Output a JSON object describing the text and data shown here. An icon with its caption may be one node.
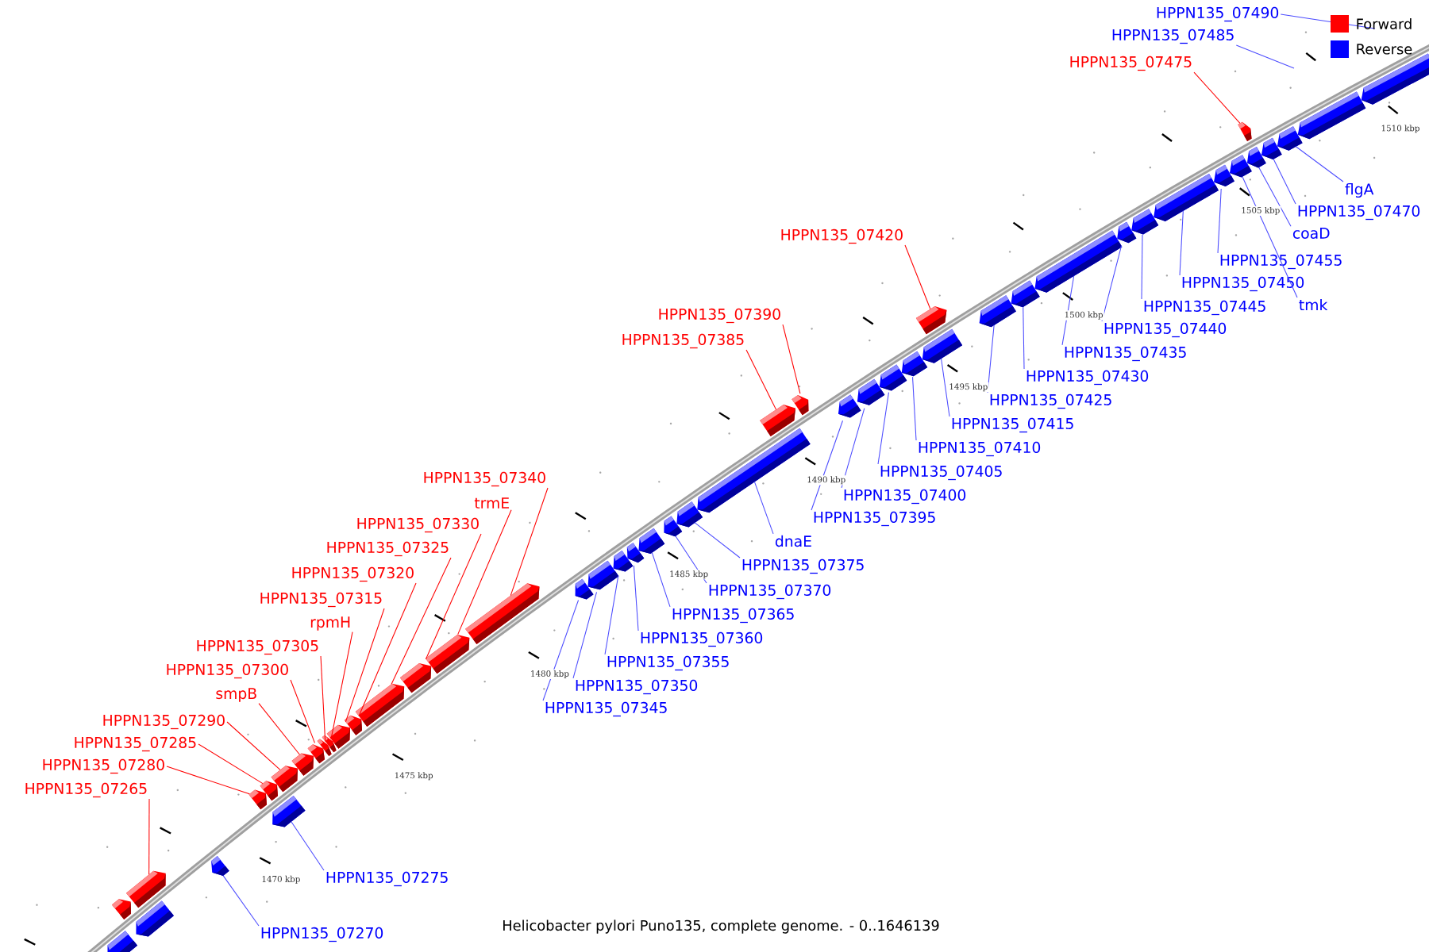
{
  "diagram": {
    "caption": "Helicobacter pylori Puno135, complete genome. - 0..1646139",
    "nodes": [
      {
        "text": [
          "HPPN135_07490"
        ]
      },
      {
        "text": [
          "HPPN135_07485"
        ]
      },
      {
        "text": [
          "HPPN135_07475"
        ]
      },
      {
        "text": [
          "flgA"
        ]
      },
      {
        "text": [
          "HPPN135_07470"
        ]
      },
      {
        "text": [
          "coaD"
        ]
      },
      {
        "text": [
          "HPPN135_07420"
        ]
      },
      {
        "text": [
          "HPPN135_07455"
        ]
      },
      {
        "text": [
          "HPPN135_07450"
        ]
      },
      {
        "text": [
          "tmk"
        ]
      },
      {
        "text": [
          "HPPN135_07445"
        ]
      },
      {
        "text": [
          "HPPN135_07390"
        ]
      },
      {
        "text": [
          "HPPN135_07440"
        ]
      },
      {
        "text": [
          "HPPN135_07385"
        ]
      },
      {
        "text": [
          "HPPN135_07435"
        ]
      },
      {
        "text": [
          "HPPN135_07430"
        ]
      },
      {
        "text": [
          "HPPN135_07425"
        ]
      },
      {
        "text": [
          "HPPN135_07415"
        ]
      },
      {
        "text": [
          "HPPN135_07410"
        ]
      },
      {
        "text": [
          "HPPN135_07405"
        ]
      },
      {
        "text": [
          "HPPN135_07340"
        ]
      },
      {
        "text": [
          "HPPN135_07400"
        ]
      },
      {
        "text": [
          "trmE"
        ]
      },
      {
        "text": [
          "HPPN135_07395"
        ]
      },
      {
        "text": [
          "HPPN135_07330"
        ]
      },
      {
        "text": [
          "dnaE"
        ]
      },
      {
        "text": [
          "HPPN135_07325"
        ]
      },
      {
        "text": [
          "HPPN135_07375"
        ]
      },
      {
        "text": [
          "HPPN135_07320"
        ]
      },
      {
        "text": [
          "HPPN135_07370"
        ]
      },
      {
        "text": [
          "HPPN135_07315"
        ]
      },
      {
        "text": [
          "HPPN135_07365"
        ]
      },
      {
        "text": [
          "rpmH"
        ]
      },
      {
        "text": [
          "HPPN135_07360"
        ]
      },
      {
        "text": [
          "HPPN135_07305"
        ]
      },
      {
        "text": [
          "HPPN135_07355"
        ]
      },
      {
        "text": [
          "HPPN135_07300"
        ]
      },
      {
        "text": [
          "HPPN135_07350"
        ]
      },
      {
        "text": [
          "smpB"
        ]
      },
      {
        "text": [
          "HPPN135_07345"
        ]
      },
      {
        "text": [
          "HPPN135_07290"
        ]
      },
      {
        "text": [
          "HPPN135_07285"
        ]
      },
      {
        "text": [
          "HPPN135_07280"
        ]
      },
      {
        "text": [
          "HPPN135_07265"
        ]
      },
      {
        "text": [
          "HPPN135_07275"
        ]
      },
      {
        "text": [
          "HPPN135_07270"
        ]
      },
      {
        "text": [],
        "shape": "bar"
      },
      {
        "text": [],
        "shape": "bar"
      },
      {
        "text": [],
        "shape": "bar"
      },
      {
        "text": [],
        "shape": "bar"
      },
      {
        "text": [],
        "shape": "bar"
      },
      {
        "text": [],
        "shape": "bar"
      },
      {
        "text": [],
        "shape": "bar"
      },
      {
        "text": [],
        "shape": "bar"
      },
      {
        "text": [],
        "shape": "bar"
      },
      {
        "text": [],
        "shape": "bar"
      },
      {
        "text": [],
        "shape": "bar"
      },
      {
        "text": [],
        "shape": "bar"
      },
      {
        "text": [],
        "shape": "bar"
      },
      {
        "text": [],
        "shape": "bar"
      },
      {
        "text": [],
        "shape": "bar"
      },
      {
        "text": [],
        "shape": "bar"
      },
      {
        "text": [],
        "shape": "bar"
      },
      {
        "text": [],
        "shape": "bar"
      },
      {
        "text": [],
        "shape": "bar"
      },
      {
        "text": [],
        "shape": "bar"
      },
      {
        "text": [],
        "shape": "bar"
      },
      {
        "text": [],
        "shape": "bar"
      },
      {
        "text": [],
        "shape": "bar"
      },
      {
        "text": [],
        "shape": "bar"
      },
      {
        "text": [],
        "shape": "bar"
      },
      {
        "text": [],
        "shape": "bar"
      },
      {
        "text": [],
        "shape": "bar"
      },
      {
        "text": [],
        "shape": "bar"
      },
      {
        "text": [],
        "shape": "bar"
      },
      {
        "text": [],
        "shape": "bar"
      },
      {
        "text": [],
        "shape": "bar"
      },
      {
        "text": [],
        "shape": "bar"
      },
      {
        "text": [],
        "shape": "bar"
      },
      {
        "text": [],
        "shape": "bar"
      },
      {
        "text": [],
        "shape": "bar"
      },
      {
        "text": [],
        "shape": "bar"
      },
      {
        "text": [],
        "shape": "bar"
      },
      {
        "text": [],
        "shape": "bar"
      },
      {
        "text": [],
        "shape": "bar"
      },
      {
        "text": [],
        "shape": "bar"
      },
      {
        "text": [],
        "shape": "bar"
      },
      {
        "text": [],
        "shape": "bar"
      },
      {
        "text": [],
        "shape": "bar"
      },
      {
        "text": [],
        "shape": "bar"
      },
      {
        "text": [],
        "shape": "bar"
      },
      {
        "text": [],
        "shape": "bar"
      },
      {
        "text": [],
        "shape": "bar"
      },
      {
        "text": [],
        "shape": "bar"
      },
      {
        "text": [],
        "shape": "bar"
      }
    ],
    "edges": [
      {
        "from": 0,
        "to": null,
        "arrow": "none"
      },
      {
        "from": 1,
        "to": null,
        "arrow": "none"
      },
      {
        "from": 2,
        "to": 90,
        "arrow": "none",
        "color": "#ff0000"
      },
      {
        "from": 3,
        "to": 92,
        "arrow": "none"
      },
      {
        "from": 4,
        "to": 91,
        "arrow": "none"
      },
      {
        "from": 5,
        "to": 89,
        "arrow": "none"
      },
      {
        "from": 6,
        "to": 80,
        "arrow": "none",
        "color": "#ff0000"
      },
      {
        "from": 7,
        "to": 87,
        "arrow": "none"
      },
      {
        "from": 8,
        "to": 86,
        "arrow": "none"
      },
      {
        "from": 9,
        "to": 88,
        "arrow": "none"
      },
      {
        "from": 10,
        "to": 85,
        "arrow": "none"
      },
      {
        "from": 11,
        "to": 74,
        "arrow": "none",
        "color": "#ff0000"
      },
      {
        "from": 12,
        "to": 84,
        "arrow": "none"
      },
      {
        "from": 13,
        "to": 73,
        "arrow": "none",
        "color": "#ff0000"
      },
      {
        "from": 14,
        "to": 83,
        "arrow": "none"
      },
      {
        "from": 15,
        "to": 82,
        "arrow": "none"
      },
      {
        "from": 16,
        "to": 81,
        "arrow": "none"
      },
      {
        "from": 17,
        "to": 79,
        "arrow": "none"
      },
      {
        "from": 18,
        "to": 78,
        "arrow": "none"
      },
      {
        "from": 19,
        "to": 77,
        "arrow": "none"
      },
      {
        "from": 20,
        "to": 64,
        "arrow": "none",
        "color": "#ff0000"
      },
      {
        "from": 21,
        "to": 76,
        "arrow": "none"
      },
      {
        "from": 22,
        "to": 63,
        "arrow": "none",
        "color": "#ff0000"
      },
      {
        "from": 23,
        "to": 75,
        "arrow": "none"
      },
      {
        "from": 24,
        "to": 62,
        "arrow": "none",
        "color": "#ff0000"
      },
      {
        "from": 25,
        "to": 72,
        "arrow": "none"
      },
      {
        "from": 26,
        "to": 61,
        "arrow": "none",
        "color": "#ff0000"
      },
      {
        "from": 27,
        "to": 71,
        "arrow": "none"
      },
      {
        "from": 28,
        "to": 60,
        "arrow": "none",
        "color": "#ff0000"
      },
      {
        "from": 29,
        "to": 70,
        "arrow": "none"
      },
      {
        "from": 30,
        "to": 59,
        "arrow": "none",
        "color": "#ff0000"
      },
      {
        "from": 31,
        "to": 69,
        "arrow": "none"
      },
      {
        "from": 32,
        "to": 58,
        "arrow": "none",
        "color": "#ff0000"
      },
      {
        "from": 33,
        "to": 68,
        "arrow": "none"
      },
      {
        "from": 34,
        "to": 57,
        "arrow": "none",
        "color": "#ff0000"
      },
      {
        "from": 35,
        "to": 67,
        "arrow": "none"
      },
      {
        "from": 36,
        "to": 56,
        "arrow": "none",
        "color": "#ff0000"
      },
      {
        "from": 37,
        "to": 66,
        "arrow": "none"
      },
      {
        "from": 38,
        "to": 55,
        "arrow": "none",
        "color": "#ff0000"
      },
      {
        "from": 39,
        "to": 65,
        "arrow": "none"
      },
      {
        "from": 40,
        "to": 54,
        "arrow": "none",
        "color": "#ff0000"
      },
      {
        "from": 41,
        "to": 53,
        "arrow": "none",
        "color": "#ff0000"
      },
      {
        "from": 42,
        "to": 51,
        "arrow": "none",
        "color": "#ff0000"
      },
      {
        "from": 43,
        "to": 49,
        "arrow": "none",
        "color": "#ff0000"
      },
      {
        "from": 44,
        "to": 52,
        "arrow": "none"
      },
      {
        "from": 45,
        "to": 50,
        "arrow": "none"
      }
    ],
    "labels": [
      "1510 kbp",
      "1505 kbp",
      "1500 kbp",
      "1495 kbp",
      "1490 kbp",
      "1485 kbp",
      "1480 kbp",
      "1475 kbp",
      "1470 kbp"
    ],
    "legend": [
      {
        "text": "Forward",
        "color": "#ff0000"
      },
      {
        "text": "Reverse",
        "color": "#0000ff"
      }
    ]
  }
}
